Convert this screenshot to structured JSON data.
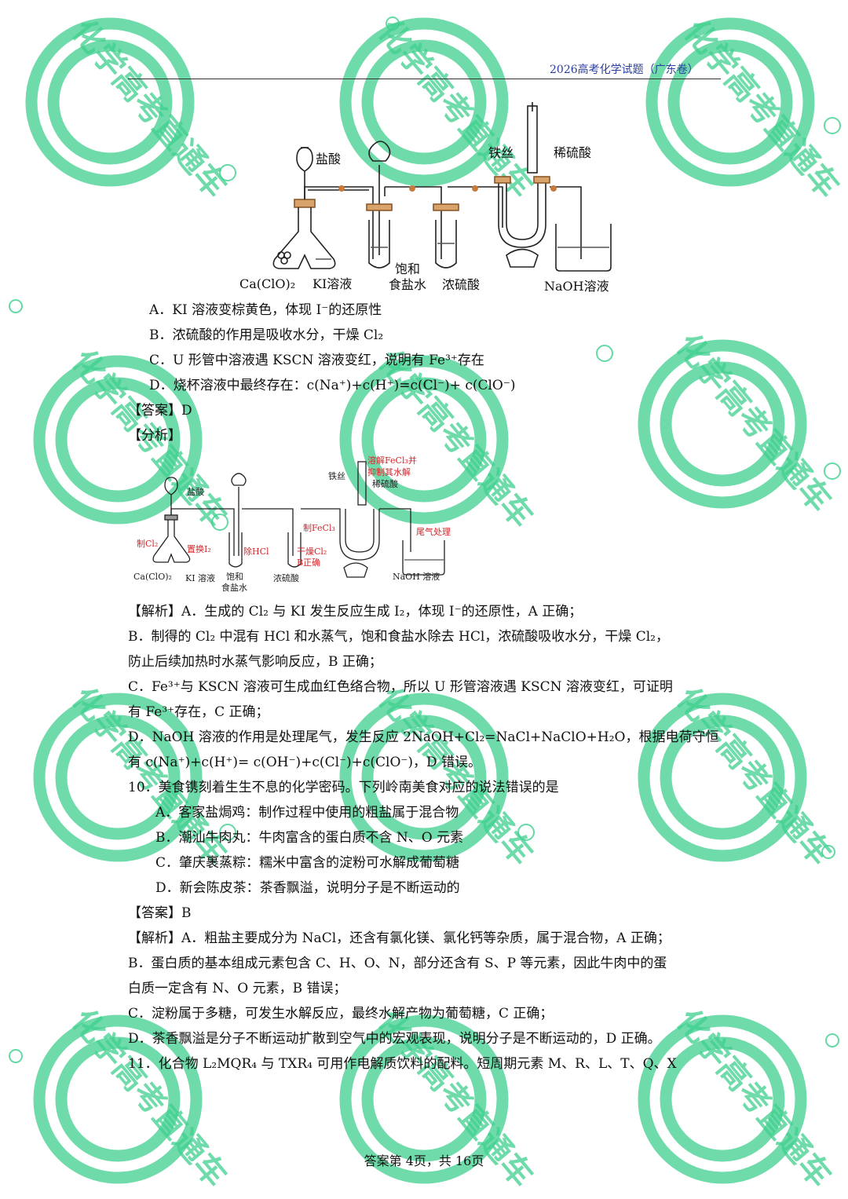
{
  "header": {
    "title": "2026高考化学试题（广东卷）"
  },
  "watermark": {
    "text": "化学高考直通车",
    "color": "#3fcf8e"
  },
  "diagram1": {
    "labels": {
      "hydrochloric_acid": "盐酸",
      "iron_wire": "铁丝",
      "dilute_sulfuric_acid": "稀硫酸",
      "caclo2": "Ca(ClO)₂",
      "ki_solution": "KI溶液",
      "saturated_brine_1": "饱和",
      "saturated_brine_2": "食盐水",
      "conc_sulfuric_acid": "浓硫酸",
      "naoh_solution": "NaOH溶液"
    }
  },
  "q9": {
    "options": {
      "A": "A．KI 溶液变棕黄色，体现 I⁻的还原性",
      "B": "B．浓硫酸的作用是吸收水分，干燥 Cl₂",
      "C": "C．U 形管中溶液遇 KSCN 溶液变红，说明有 Fe³⁺存在",
      "D": "D．烧杯溶液中最终存在：c(Na⁺)+c(H⁺)=c(Cl⁻)+ c(ClO⁻)"
    },
    "answer": "【答案】D",
    "analysis_label": "【分析】",
    "explanation": [
      "【解析】A．生成的 Cl₂ 与 KI 发生反应生成 I₂，体现 I⁻的还原性，A 正确；",
      "B．制得的 Cl₂ 中混有 HCl 和水蒸气，饱和食盐水除去 HCl，浓硫酸吸收水分，干燥 Cl₂，",
      "防止后续加热时水蒸气影响反应，B 正确；",
      "C．Fe³⁺与 KSCN 溶液可生成血红色络合物，所以 U 形管溶液遇 KSCN 溶液变红，可证明",
      "有 Fe³⁺存在，C 正确；",
      "D．NaOH 溶液的作用是处理尾气，发生反应 2NaOH+Cl₂=NaCl+NaClO+H₂O，根据电荷守恒",
      "有 c(Na⁺)+c(H⁺)= c(OH⁻)+c(Cl⁻)+c(ClO⁻)，D 错误。"
    ]
  },
  "diagram2": {
    "labels": {
      "hydrochloric_acid": "盐酸",
      "iron_wire": "铁丝",
      "dissolve_1": "溶解FeCl₃并",
      "dissolve_2": "抑制其水解",
      "dilute_sulfuric_acid": "稀硫酸",
      "make_cl2": "制Cl₂",
      "displace_i2": "置换I₂",
      "remove_hcl": "除HCl",
      "make_fecl3": "制FeCl₃",
      "dry_cl2_1": "干燥Cl₂",
      "dry_cl2_2": "B正确",
      "tail_gas": "尾气处理",
      "caclo2": "Ca(ClO)₂",
      "ki_solution": "KI 溶液",
      "saturated_brine_1": "饱和",
      "saturated_brine_2": "食盐水",
      "conc_sulfuric_acid": "浓硫酸",
      "naoh_solution": "NaOH 溶液"
    }
  },
  "q10": {
    "stem": "10．美食镌刻着生生不息的化学密码。下列岭南美食对应的说法错误的是",
    "options": {
      "A": "A．客家盐焗鸡：制作过程中使用的粗盐属于混合物",
      "B": "B．潮汕牛肉丸：牛肉富含的蛋白质不含 N、O 元素",
      "C": "C．肇庆裹蒸粽：糯米中富含的淀粉可水解成葡萄糖",
      "D": "D．新会陈皮茶：茶香飘溢，说明分子是不断运动的"
    },
    "answer": "【答案】B",
    "explanation": [
      "【解析】A．粗盐主要成分为 NaCl，还含有氯化镁、氯化钙等杂质，属于混合物，A 正确；",
      "B．蛋白质的基本组成元素包含 C、H、O、N，部分还含有 S、P 等元素，因此牛肉中的蛋",
      "白质一定含有 N、O 元素，B 错误；",
      "C．淀粉属于多糖，可发生水解反应，最终水解产物为葡萄糖，C 正确；",
      "D．茶香飘溢是分子不断运动扩散到空气中的宏观表现，说明分子是不断运动的，D 正确。"
    ]
  },
  "q11": {
    "stem": "11．化合物 L₂MQR₄ 与 TXR₄ 可用作电解质饮料的配料。短周期元素 M、R、L、T、Q、X"
  },
  "footer": {
    "page": "答案第 4页，共 16页"
  }
}
